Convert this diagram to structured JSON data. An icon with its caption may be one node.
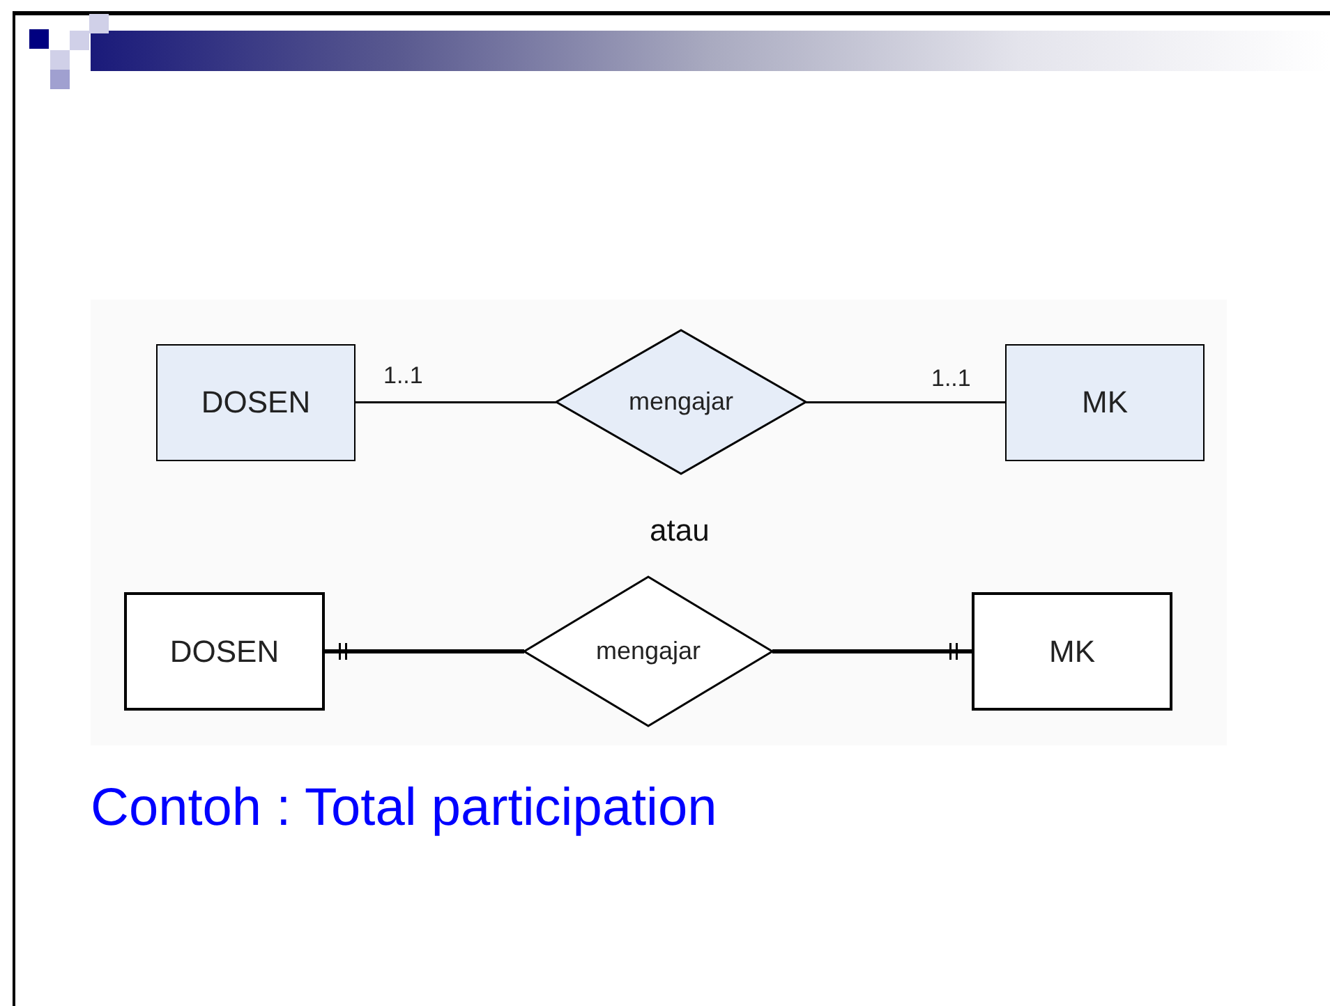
{
  "diagram": {
    "caption": "Contoh : Total participation",
    "nodes": [
      {
        "text": [
          "DOSEN"
        ]
      },
      {
        "text": [
          "mengajar"
        ]
      },
      {
        "text": [
          "MK"
        ]
      },
      {
        "text": [
          "DOSEN"
        ]
      },
      {
        "text": [
          "mengajar"
        ]
      },
      {
        "text": [
          "MK"
        ]
      }
    ],
    "edges": [
      {
        "from": 0,
        "to": 1,
        "arrow": "none",
        "label": "1..1"
      },
      {
        "from": 1,
        "to": 2,
        "arrow": "none",
        "label": "1..1"
      },
      {
        "from": 3,
        "to": 4,
        "arrow": "other",
        "style": "thick"
      },
      {
        "from": 4,
        "to": 5,
        "arrow": "other",
        "style": "thick"
      }
    ],
    "labels": [
      "atau"
    ]
  }
}
